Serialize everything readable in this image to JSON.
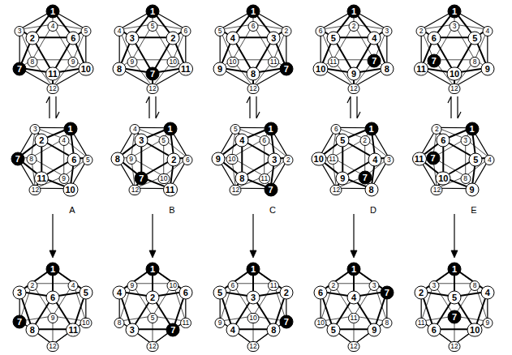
{
  "diagram": {
    "labels": [
      "1",
      "3",
      "2",
      "6",
      "5",
      "4",
      "7",
      "8",
      "11",
      "9",
      "10",
      "12",
      "1",
      "4",
      "3",
      "2",
      "6",
      "5",
      "8",
      "9",
      "7",
      "10",
      "11",
      "12",
      "1",
      "5",
      "4",
      "3",
      "2",
      "6",
      "9",
      "10",
      "8",
      "11",
      "7",
      "12",
      "1",
      "6",
      "5",
      "4",
      "3",
      "2",
      "10",
      "11",
      "9",
      "7",
      "8",
      "12",
      "1",
      "2",
      "6",
      "5",
      "4",
      "3",
      "11",
      "7",
      "10",
      "8",
      "9",
      "12",
      "1",
      "3",
      "2",
      "6",
      "5",
      "4",
      "7",
      "8",
      "11",
      "9",
      "10",
      "12",
      "1",
      "4",
      "3",
      "2",
      "6",
      "5",
      "8",
      "9",
      "7",
      "10",
      "11",
      "12",
      "1",
      "5",
      "4",
      "3",
      "2",
      "6",
      "9",
      "10",
      "8",
      "11",
      "7",
      "12",
      "1",
      "6",
      "5",
      "4",
      "3",
      "2",
      "10",
      "11",
      "9",
      "7",
      "8",
      "12",
      "1",
      "2",
      "6",
      "5",
      "4",
      "3",
      "11",
      "7",
      "10",
      "8",
      "9",
      "12",
      "1",
      "6",
      "3",
      "5",
      "2",
      "4",
      "7",
      "8",
      "11",
      "10",
      "9",
      "12",
      "1",
      "2",
      "4",
      "6",
      "9",
      "10",
      "8",
      "3",
      "7",
      "11",
      "5",
      "12",
      "1",
      "3",
      "5",
      "2",
      "6",
      "11",
      "9",
      "4",
      "8",
      "7",
      "10",
      "12",
      "1",
      "4",
      "6",
      "7",
      "2",
      "3",
      "10",
      "5",
      "9",
      "8",
      "11",
      "12",
      "1",
      "5",
      "2",
      "4",
      "3",
      "8",
      "11",
      "6",
      "10",
      "9",
      "7",
      "12",
      "A",
      "B",
      "C",
      "D",
      "E"
    ]
  }
}
